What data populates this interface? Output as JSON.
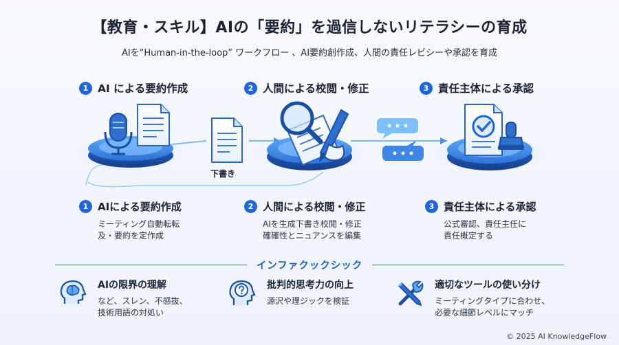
{
  "header": {
    "title": "【教育・スキル】AIの「要約」を過信しないリテラシーの育成",
    "subtitle": "AIを“Human-in-the-loop” ワークフロー 、AI要約創作成、人間の責任レビシーや承認を育成"
  },
  "steps_top": [
    {
      "num": "1",
      "label": "AI による要約作成"
    },
    {
      "num": "2",
      "label": "人間による校閲・修正"
    },
    {
      "num": "3",
      "label": "責任主体による承認"
    }
  ],
  "draft_label": "下書き",
  "steps_bottom": [
    {
      "num": "1",
      "label": "AIによる要約作成",
      "desc_line1": "ミーティング自動転転",
      "desc_line2": "及・要約を定作成"
    },
    {
      "num": "2",
      "label": "人間による校閲・修正",
      "desc_line1": "AIを生成下書き校閲・修正",
      "desc_line2": "確確性とニュアンスを編集"
    },
    {
      "num": "3",
      "label": "責任主体による承認",
      "desc_line1": "公式審認、責任主任に",
      "desc_line2": "責任概定する"
    }
  ],
  "section_label": "インファクックシック",
  "features": [
    {
      "title": "AIの限界の理解",
      "desc_line1": "など、スレン、不感抜、",
      "desc_line2": "技術用語の対処い"
    },
    {
      "title": "批判的思考力の向上",
      "desc_line1": "源沢や理ジックを検証",
      "desc_line2": ""
    },
    {
      "title": "適切なツールの使い分け",
      "desc_line1": "ミーティングタイプに合わせ、",
      "desc_line2": "必要な細節レベルにマッチ"
    }
  ],
  "copyright": "© 2025 AI KnowledgeFlow",
  "colors": {
    "accent": "#1f64d8",
    "light_blue": "#8fc3f7",
    "navy": "#1b2336"
  }
}
